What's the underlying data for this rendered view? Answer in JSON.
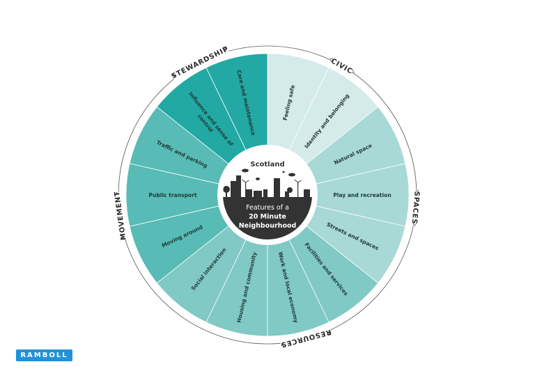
{
  "diagram": {
    "center": {
      "region": "Scotland",
      "title_line1": "Features of a",
      "title_line2": "20 Minute",
      "title_line3": "Neighbourhood"
    },
    "categories": [
      {
        "id": "civic",
        "label": "CIVIC",
        "color": "#d4ebea"
      },
      {
        "id": "spaces",
        "label": "SPACES",
        "color": "#a8d9d6"
      },
      {
        "id": "resources",
        "label": "RESOURCES",
        "color": "#80c9c4"
      },
      {
        "id": "movement",
        "label": "MOVEMENT",
        "color": "#58bbb5"
      },
      {
        "id": "stewardship",
        "label": "STEWARDSHIP",
        "color": "#22a9a3"
      }
    ],
    "segments": [
      {
        "lines": [
          "Feeling safe"
        ],
        "category": "civic"
      },
      {
        "lines": [
          "Identity and belonging"
        ],
        "category": "civic"
      },
      {
        "lines": [
          "Natural space"
        ],
        "category": "spaces"
      },
      {
        "lines": [
          "Play and recreation"
        ],
        "category": "spaces"
      },
      {
        "lines": [
          "Streets and spaces"
        ],
        "category": "spaces"
      },
      {
        "lines": [
          "Facilities and services"
        ],
        "category": "resources"
      },
      {
        "lines": [
          "Work and local economy"
        ],
        "category": "resources"
      },
      {
        "lines": [
          "Housing and community"
        ],
        "category": "resources"
      },
      {
        "lines": [
          "Social interaction"
        ],
        "category": "resources"
      },
      {
        "lines": [
          "Moving around"
        ],
        "category": "movement"
      },
      {
        "lines": [
          "Public transport"
        ],
        "category": "movement"
      },
      {
        "lines": [
          "Traffic and parking"
        ],
        "category": "movement"
      },
      {
        "lines": [
          "Influence and sense of",
          "control"
        ],
        "category": "stewardship"
      },
      {
        "lines": [
          "Care and maintenance"
        ],
        "category": "stewardship"
      }
    ]
  },
  "logo": {
    "text": "RAMBOLL",
    "color": "#2292d8"
  }
}
